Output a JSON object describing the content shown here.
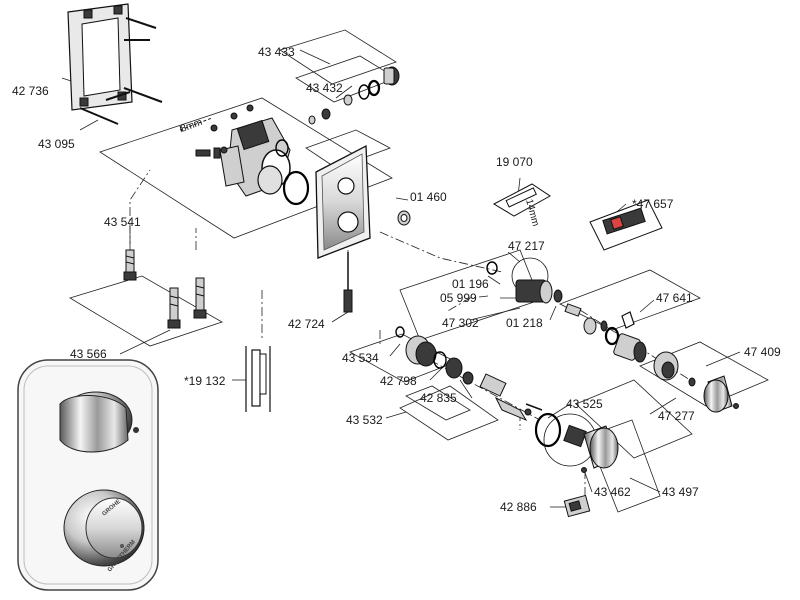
{
  "labels": {
    "p42736": "42 736",
    "p43095": "43 095",
    "p43433": "43 433",
    "p43432": "43 432",
    "tool_8mm": "8mm",
    "p19070": "19 070",
    "tool_14mm": "14mm",
    "p01460": "01 460",
    "p47657": "*47 657",
    "p43541": "43 541",
    "p47217": "47 217",
    "p01196": "01 196",
    "p05999": "05 999",
    "p47302": "47 302",
    "p01218": "01 218",
    "p47641": "47 641",
    "p42724": "42 724",
    "p43566": "43 566",
    "p43534": "43 534",
    "p47409": "47 409",
    "p19132": "*19 132",
    "p42798": "42 798",
    "p42835": "42 835",
    "p43532": "43 532",
    "p43525": "43 525",
    "p47277": "47 277",
    "p43462": "43 462",
    "p43497": "43 497",
    "p42886": "42 886"
  },
  "brand": {
    "logo": "GROHE",
    "knob_text": "GROHTHERM"
  },
  "colors": {
    "line": "#222222",
    "part_fill": "#cfcfcf",
    "dark_fill": "#3a3a3a",
    "chrome_light": "#f2f2f2",
    "chrome_dark": "#6e6e6e"
  }
}
